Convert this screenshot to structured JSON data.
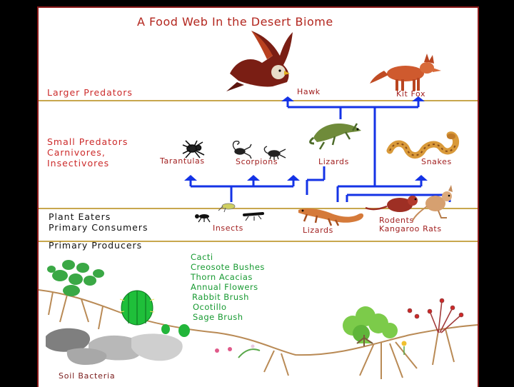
{
  "title": "A Food Web In the Desert Biome",
  "sections": {
    "larger_predators": "Larger  Predators",
    "small_predators": [
      "Small Predators",
      "Carnivores,",
      "Insectivores"
    ],
    "plant_eaters": [
      "Plant Eaters",
      "Primary Consumers"
    ],
    "primary_producers": "Primary Producers",
    "soil_bacteria": "Soil Bacteria"
  },
  "animals": {
    "hawk": "Hawk",
    "kit_fox": "Kit Fox",
    "tarantulas": "Tarantulas",
    "scorpions": "Scorpions",
    "lizards_top": "Lizards",
    "snakes": "Snakes",
    "insects": "Insects",
    "lizards_bottom": "Lizards",
    "rodents": "Rodents",
    "kangaroo_rats": "Kangaroo  Rats"
  },
  "producers": [
    "Cacti",
    "Creosote Bushes",
    "Thorn Acacias",
    "Annual Flowers",
    "Rabbit Brush",
    "Ocotillo",
    "Sage Brush"
  ],
  "colors": {
    "arrow": "#1433e6",
    "divider": "#c8a74e",
    "title": "#b3261e",
    "plant_text": "#189a32"
  }
}
